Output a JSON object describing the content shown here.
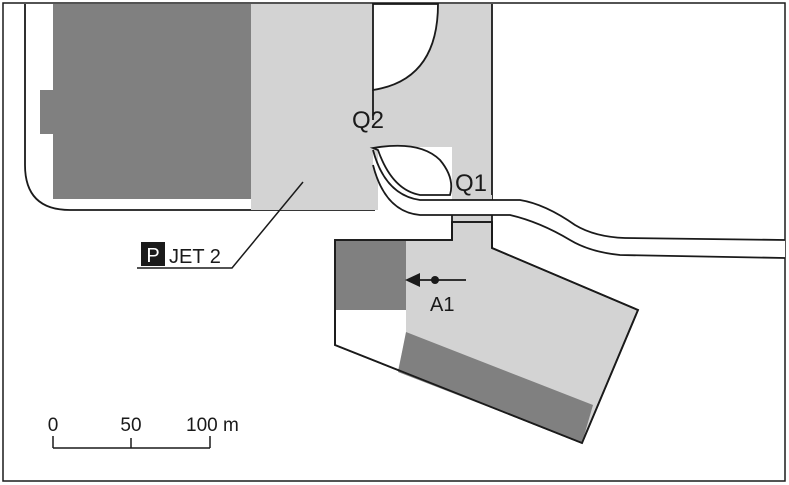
{
  "labels": {
    "q1": "Q1",
    "q2": "Q2",
    "a1": "A1",
    "parking_badge": "P",
    "parking_name": "JET 2"
  },
  "scale_bar": {
    "ticks": [
      "0",
      "50",
      "100 m"
    ]
  },
  "colors": {
    "building_dark": "#808080",
    "area_light": "#d3d3d3",
    "outline": "#1a1a1a",
    "background": "#ffffff"
  },
  "icons": {
    "parking": "parking-sign-icon",
    "arrow": "arrow-left-icon"
  }
}
